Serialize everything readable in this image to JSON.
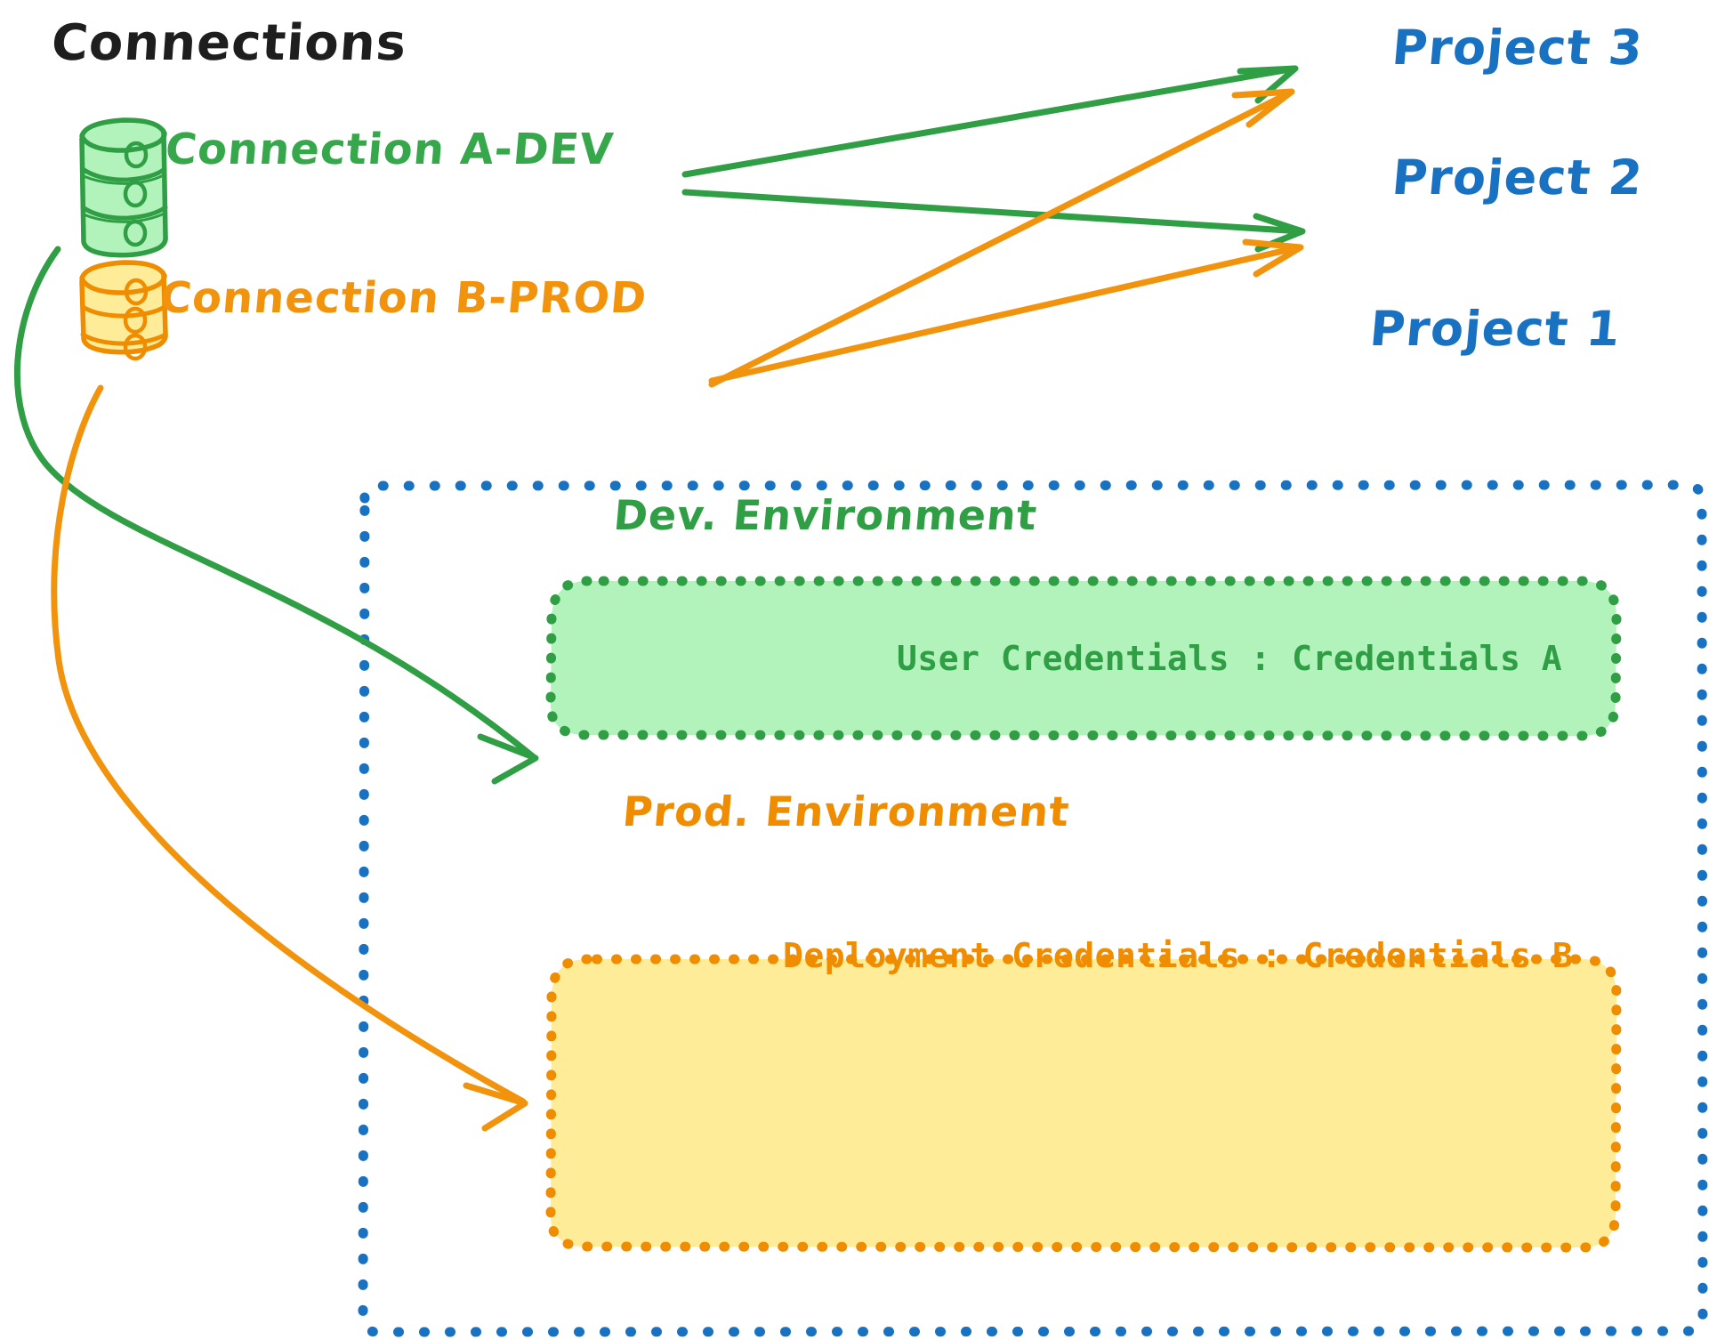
{
  "diagram": {
    "title": "Connections",
    "type": "architecture-diagram",
    "colors": {
      "green": "#2f9e44",
      "green_fill": "#b2f2bb",
      "orange": "#f08c00",
      "orange_fill": "#ffec99",
      "blue": "#1971c2",
      "black": "#1e1e1e"
    }
  },
  "connections": [
    {
      "id": "a-dev",
      "label": "Connection A-DEV",
      "icon": "database-cylinder-icon",
      "color": "#36a84b"
    },
    {
      "id": "b-prod",
      "label": "Connection B-PROD",
      "icon": "database-cylinder-icon",
      "color": "#f2930d"
    }
  ],
  "projects": [
    {
      "id": "project-3",
      "label": "Project 3"
    },
    {
      "id": "project-2",
      "label": "Project 2"
    },
    {
      "id": "project-1",
      "label": "Project 1"
    }
  ],
  "project1": {
    "label": "Project 1",
    "environments": [
      {
        "id": "dev",
        "label": "Dev. Environment",
        "credentials_label": "User Credentials : Credentials A",
        "color": "#2f9e44",
        "fill": "#b2f2bb"
      },
      {
        "id": "prod",
        "label": "Prod. Environment",
        "credentials_label": "Deployment Credentials : Credentials B",
        "color": "#f08c00",
        "fill": "#ffec99"
      }
    ]
  },
  "edges": [
    {
      "id": "a-dev-to-project-3",
      "from": "Connection A-DEV",
      "to": "Project 3",
      "color": "#2f9e44"
    },
    {
      "id": "a-dev-to-project-2",
      "from": "Connection A-DEV",
      "to": "Project 2",
      "color": "#2f9e44"
    },
    {
      "id": "b-prod-to-project-3",
      "from": "Connection B-PROD",
      "to": "Project 3",
      "color": "#f2930d"
    },
    {
      "id": "b-prod-to-project-2",
      "from": "Connection B-PROD",
      "to": "Project 2",
      "color": "#f2930d"
    },
    {
      "id": "a-dev-to-dev-env",
      "from": "Connection A-DEV",
      "to": "Dev. Environment",
      "color": "#2f9e44"
    },
    {
      "id": "b-prod-to-prod-env",
      "from": "Connection B-PROD",
      "to": "Prod. Environment",
      "color": "#f2930d"
    }
  ]
}
